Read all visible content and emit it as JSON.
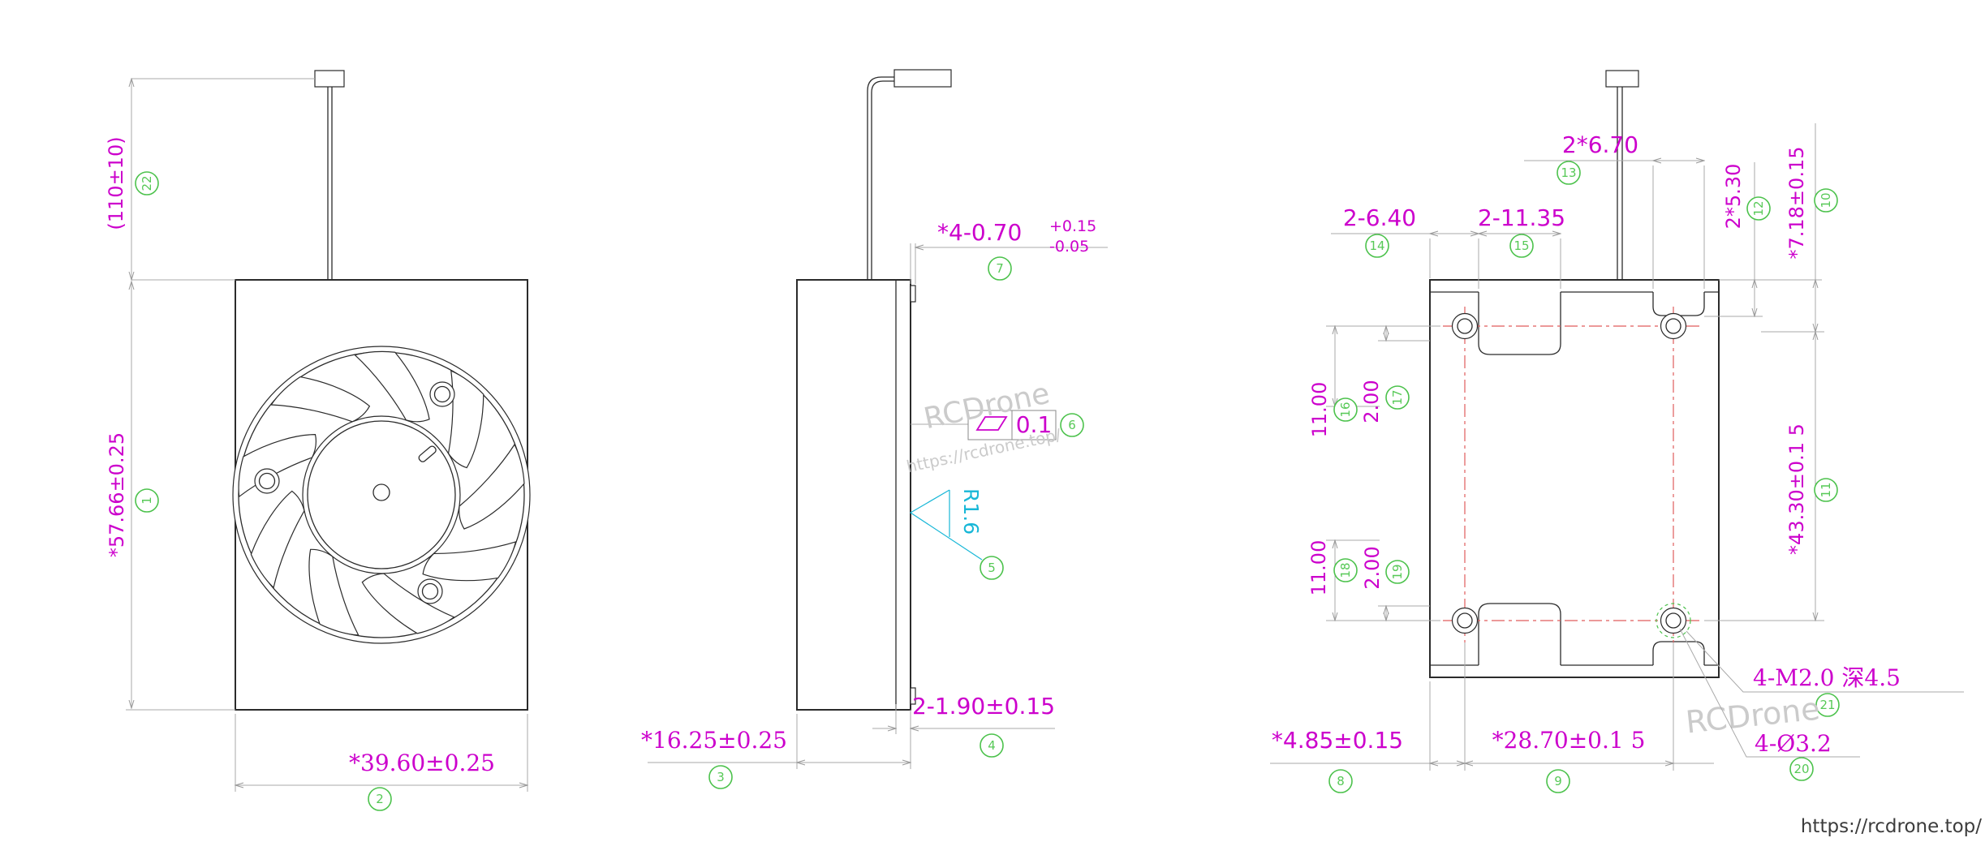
{
  "drawing": {
    "type": "engineering-drawing-3-view-cooling-fan",
    "colors": {
      "dimension_text": "#cc00cc",
      "balloon_green": "#4cc24c",
      "centerline_red": "#e05c5c",
      "surface_finish_cyan": "#18b7d7",
      "outline": "#2b2b2b",
      "watermark_gray": "#cbcbcb"
    }
  },
  "front": {
    "dim_wire_length": {
      "text": "(110±10)",
      "balloon": "22"
    },
    "dim_height": {
      "text": "*57.66±0.25",
      "balloon": "1"
    },
    "dim_width": {
      "text": "*39.60±0.25",
      "balloon": "2"
    }
  },
  "side": {
    "dim_ribs": {
      "text": "*4-0.70",
      "tol_plus": "+0.15",
      "tol_minus": "-0.05",
      "balloon": "7"
    },
    "flatness": {
      "value": "0.1",
      "balloon": "6"
    },
    "surface_radius": {
      "text": "R1.6",
      "balloon": "5"
    },
    "dim_tabs": {
      "text": "2-1.90±0.15",
      "balloon": "4"
    },
    "dim_thickness": {
      "text": "*16.25±0.25",
      "balloon": "3"
    }
  },
  "back": {
    "dim_notch_top": {
      "text": "2*6.70",
      "balloon": "13"
    },
    "dim_slot_left": {
      "text": "2-6.40",
      "balloon": "14"
    },
    "dim_slot_top": {
      "text": "2-11.35",
      "balloon": "15"
    },
    "dim_step_depth": {
      "text": "2*5.30",
      "balloon": "12"
    },
    "dim_wire_offset": {
      "text": "*7.18±0.15",
      "balloon": "10"
    },
    "dim_slot_depth_top": {
      "text": "11.00",
      "balloon": "16"
    },
    "dim_edge_top": {
      "text": "2.00",
      "balloon": "17"
    },
    "dim_slot_depth_bottom": {
      "text": "11.00",
      "balloon": "18"
    },
    "dim_edge_bottom": {
      "text": "2.00",
      "balloon": "19"
    },
    "dim_hole_span_v": {
      "text": "*43.30±0.1 5",
      "balloon": "11"
    },
    "callout_thread": {
      "text": "4-M2.0 深4.5",
      "balloon": "21"
    },
    "callout_hole_dia": {
      "text": "4-Ø3.2",
      "balloon": "20"
    },
    "dim_hole_edge": {
      "text": "*4.85±0.15",
      "balloon": "8"
    },
    "dim_hole_span_h": {
      "text": "*28.70±0.1 5",
      "balloon": "9"
    }
  },
  "watermarks": {
    "brand_center": "RCDrone",
    "url_center": "https://rcdrone.top/",
    "brand_corner": "RCDrone"
  },
  "footer": {
    "url": "https://rcdrone.top/"
  }
}
